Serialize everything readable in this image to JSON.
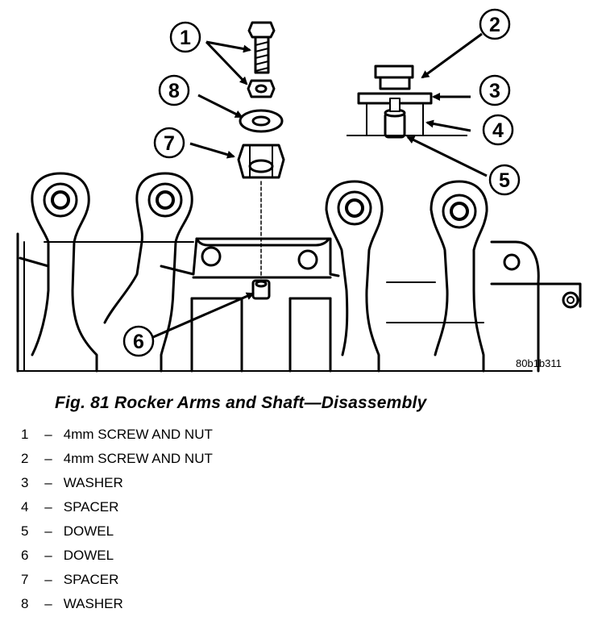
{
  "figure": {
    "caption": "Fig. 81 Rocker Arms and Shaft—Disassembly",
    "code": "80b1b311",
    "callouts": [
      "1",
      "2",
      "3",
      "4",
      "5",
      "6",
      "7",
      "8"
    ]
  },
  "legend": [
    {
      "number": "1",
      "separator": "–",
      "text": "4mm SCREW AND NUT"
    },
    {
      "number": "2",
      "separator": "–",
      "text": "4mm SCREW AND NUT"
    },
    {
      "number": "3",
      "separator": "–",
      "text": "WASHER"
    },
    {
      "number": "4",
      "separator": "–",
      "text": "SPACER"
    },
    {
      "number": "5",
      "separator": "–",
      "text": "DOWEL"
    },
    {
      "number": "6",
      "separator": "–",
      "text": "DOWEL"
    },
    {
      "number": "7",
      "separator": "–",
      "text": "SPACER"
    },
    {
      "number": "8",
      "separator": "–",
      "text": "WASHER"
    }
  ]
}
